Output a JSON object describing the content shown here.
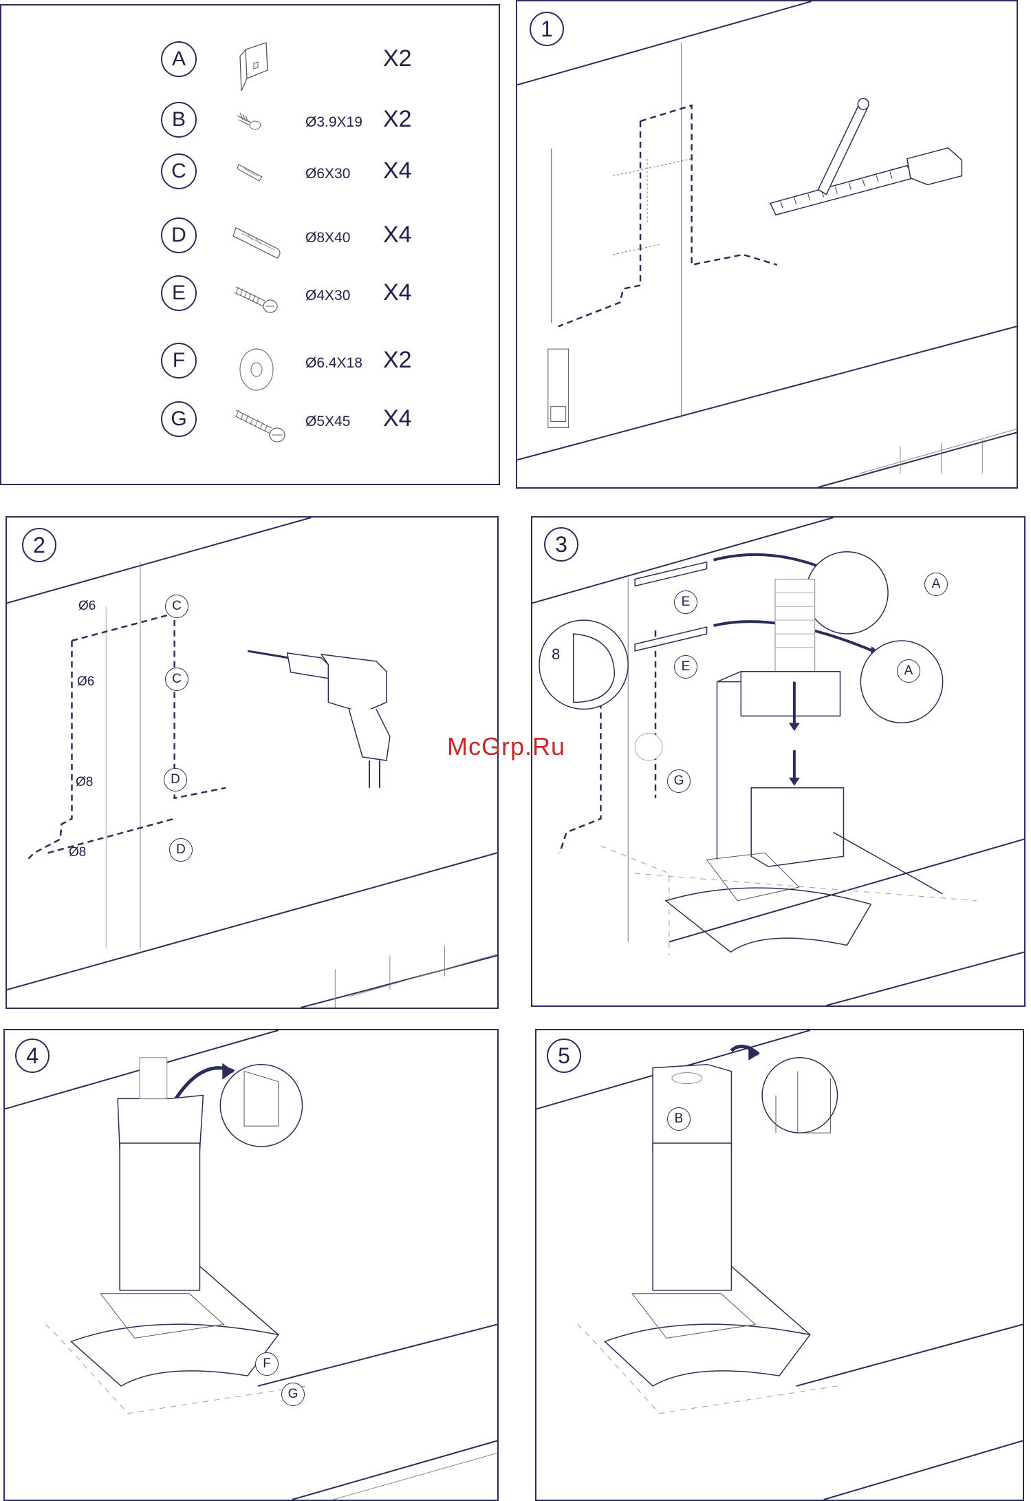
{
  "parts": [
    {
      "letter": "A",
      "spec": "",
      "qty": "X2",
      "icon": "bracket-icon"
    },
    {
      "letter": "B",
      "spec": "Ø3.9X19",
      "qty": "X2",
      "icon": "small-screw-icon"
    },
    {
      "letter": "C",
      "spec": "Ø6X30",
      "qty": "X4",
      "icon": "small-plug-icon"
    },
    {
      "letter": "D",
      "spec": "Ø8X40",
      "qty": "X4",
      "icon": "wall-plug-icon"
    },
    {
      "letter": "E",
      "spec": "Ø4X30",
      "qty": "X4",
      "icon": "screw-icon"
    },
    {
      "letter": "F",
      "spec": "Ø6.4X18",
      "qty": "X2",
      "icon": "washer-icon"
    },
    {
      "letter": "G",
      "spec": "Ø5X45",
      "qty": "X4",
      "icon": "long-screw-icon"
    }
  ],
  "steps": {
    "s1": "1",
    "s2": "2",
    "s3": "3",
    "s4": "4",
    "s5": "5"
  },
  "step2_labels": {
    "dia_top": "Ø6",
    "dia_mid": "Ø6",
    "dia_low": "Ø8",
    "dia_bottom": "Ø8",
    "c1": "C",
    "c2": "C",
    "d1": "D",
    "d2": "D"
  },
  "step3_labels": {
    "e1": "E",
    "e2": "E",
    "g": "G",
    "a1": "A",
    "a2": "A",
    "depth": "8"
  },
  "step4_labels": {
    "f": "F",
    "g": "G"
  },
  "step5_labels": {
    "b": "B"
  },
  "watermark": "McGrp.Ru"
}
